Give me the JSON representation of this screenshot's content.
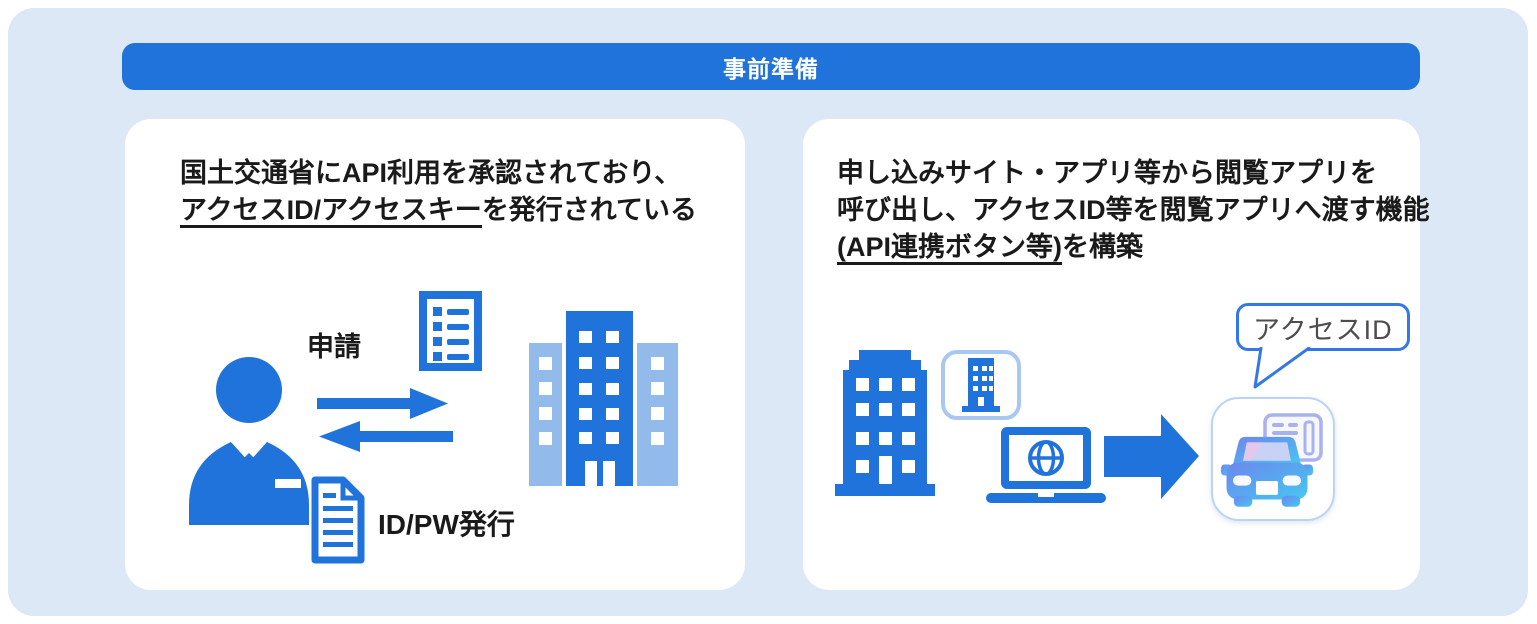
{
  "header": {
    "title": "事前準備"
  },
  "left_panel": {
    "heading": {
      "line1": "国土交通省にAPI利用を承認されており、",
      "line2_underlined": "アクセスID/アクセスキー",
      "line2_rest": "を発行されている"
    },
    "application_label": "申請",
    "id_pw_label": "ID/PW発行",
    "icons": [
      "person-icon",
      "checklist-document-icon",
      "arrow-right-icon",
      "arrow-left-icon",
      "id-pw-document-icon",
      "government-building-icon"
    ]
  },
  "right_panel": {
    "heading": {
      "line1": "申し込みサイト・アプリ等から閲覧アプリを",
      "line2": "呼び出し、アクセスID等を閲覧アプリへ渡す機能",
      "line3_underlined": "(API連携ボタン等)",
      "line3_rest": "を構築"
    },
    "bubble_label": "アクセスID",
    "icons": [
      "office-building-icon",
      "app-badge-building-icon",
      "laptop-globe-icon",
      "big-arrow-right-icon",
      "car-app-icon",
      "speech-bubble"
    ]
  },
  "colors": {
    "primary_blue": "#2173dc",
    "light_blue": "#92bbec",
    "container_bg": "#dce8f6",
    "panel_bg": "#ffffff",
    "badge_border": "#a8c8f1",
    "bubble_border": "#3377e8",
    "bubble_text": "#4d4d4d",
    "card_purple": "#a9b2ee",
    "text": "#1a1a1a"
  }
}
